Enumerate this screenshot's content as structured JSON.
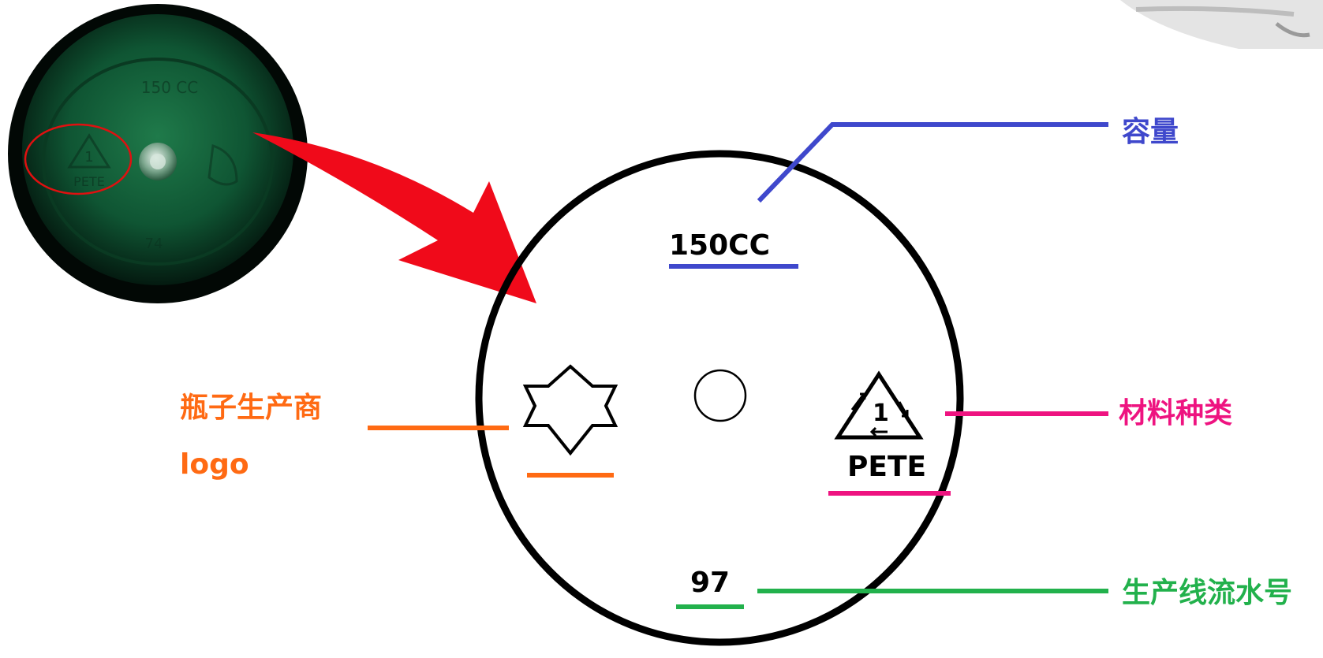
{
  "photo": {
    "capacity_text": "150 CC",
    "material_text": "PETE",
    "recycle_number": "1",
    "line_number_text": "74"
  },
  "diagram": {
    "capacity_mark": "150CC",
    "recycle_number": "1",
    "material_mark": "PETE",
    "line_number_mark": "97"
  },
  "labels": {
    "capacity": "容量",
    "material_type": "材料种类",
    "manufacturer_line1": "瓶子生产商",
    "manufacturer_line2": "logo",
    "line_serial": "生产线流水号"
  },
  "colors": {
    "capacity": "#3f48cc",
    "material": "#ee1380",
    "manufacturer": "#ff6a13",
    "line_serial": "#22b14c",
    "arrow": "#f00a1a",
    "cap": "#0d4a2c"
  }
}
